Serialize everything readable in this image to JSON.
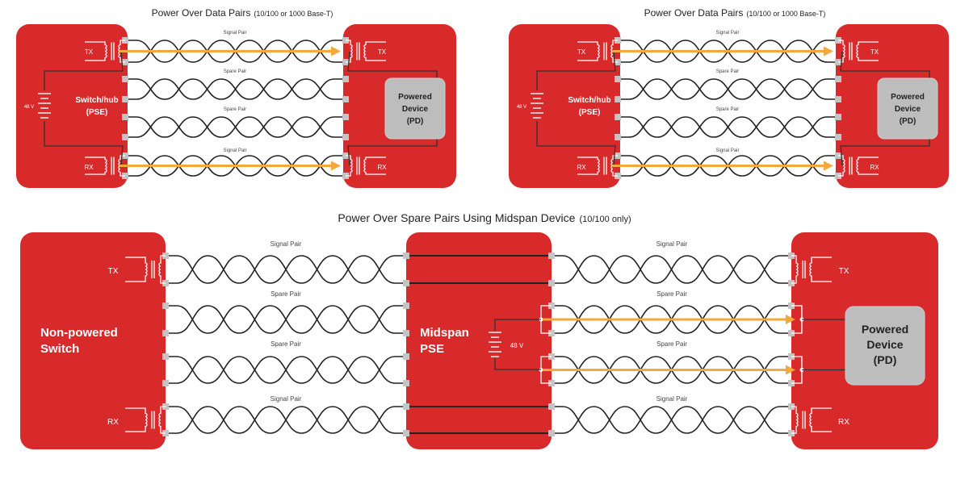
{
  "colors": {
    "box_red": "#d8292b",
    "power_arrow": "#f5a83c",
    "terminal": "#c4c4c4",
    "device_gray": "#bdbdbd",
    "wire": "#222222"
  },
  "diagrams": [
    {
      "title": "Power Over Data Pairs",
      "subtitle": "(10/100 or 1000 Base-T)",
      "pair_labels": [
        "Signal Pair",
        "Spare Pair",
        "Spare Pair",
        "Signal Pair"
      ],
      "source": [
        "Switch/hub",
        "(PSE)"
      ],
      "device": [
        "Powered",
        "Device",
        "(PD)"
      ],
      "tx": "TX",
      "rx": "RX",
      "voltage": "48 V"
    },
    {
      "title": "Power Over Data Pairs",
      "subtitle": "(10/100 or 1000 Base-T)",
      "pair_labels": [
        "Signal Pair",
        "Spare Pair",
        "Spare Pair",
        "Signal Pair"
      ],
      "source": [
        "Switch/hub",
        "(PSE)"
      ],
      "device": [
        "Powered",
        "Device",
        "(PD)"
      ],
      "tx": "TX",
      "rx": "RX",
      "voltage": "48 V"
    },
    {
      "title": "Power Over Spare Pairs Using Midspan Device",
      "subtitle": "(10/100 only)",
      "pair_labels_left": [
        "Signal Pair",
        "Spare Pair",
        "Spare Pair",
        "Signal Pair"
      ],
      "pair_labels_right": [
        "Signal Pair",
        "Spare Pair",
        "Spare Pair",
        "Signal Pair"
      ],
      "source": [
        "Non-powered",
        "Switch"
      ],
      "midspan": [
        "Midspan",
        "PSE"
      ],
      "device": [
        "Powered",
        "Device",
        "(PD)"
      ],
      "tx": "TX",
      "rx": "RX",
      "voltage": "48 V"
    }
  ]
}
